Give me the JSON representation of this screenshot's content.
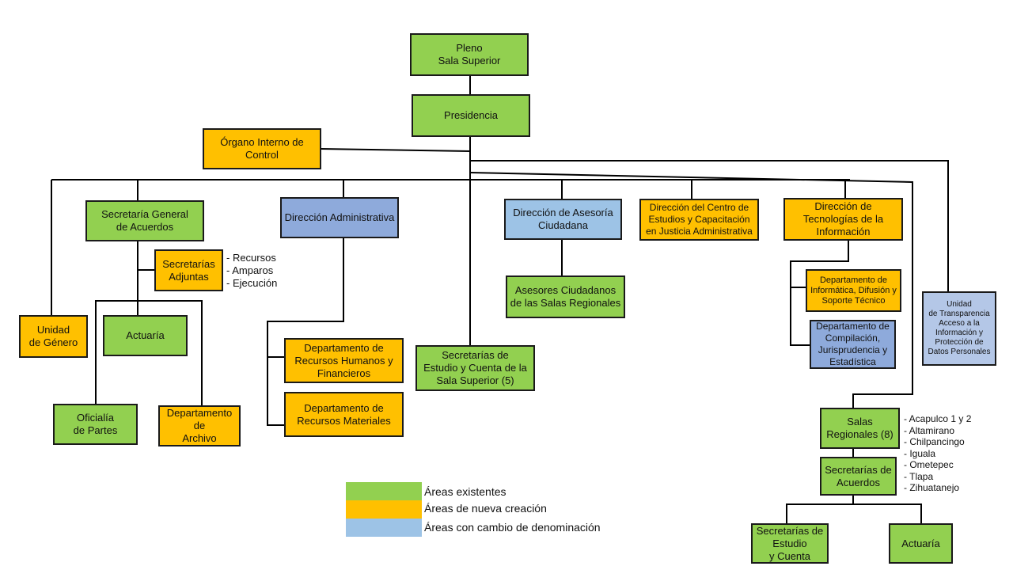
{
  "legend": {
    "items": [
      {
        "label": "Áreas existentes",
        "color": "#92d050"
      },
      {
        "label": "Áreas de nueva creación",
        "color": "#ffc000"
      },
      {
        "label": "Áreas con cambio de denominación",
        "color": "#9dc3e6"
      }
    ]
  },
  "colors": {
    "existing": "#92d050",
    "new": "#ffc000",
    "renamed": "#9dc3e6",
    "renamed_dark": "#8eaadb",
    "renamed_pale": "#b4c7e7",
    "line": "#000000"
  },
  "nodes": {
    "pleno": "Pleno\nSala Superior",
    "presidencia": "Presidencia",
    "organo": "Órgano  Interno de\nControl",
    "sec_general": "Secretaría  General\nde Acuerdos",
    "dir_admin": "Dirección  Administrativa",
    "dir_asesoria": "Dirección de Asesoría\nCiudadana",
    "dir_centro": "Dirección del Centro de\nEstudios y Capacitación\nen Justicia Administrativa",
    "dir_tec": "Dirección  de\nTecnologías  de la\nInformación",
    "unidad_transp": "Unidad\nde Transparencia\nAcceso a la\nInformación y\nProtección de\nDatos Personales",
    "sec_adjuntas": "Secretarías\nAdjuntas",
    "unidad_genero": "Unidad\nde Género",
    "actuaria1": "Actuaría",
    "oficialia": "Oficialía\nde Partes",
    "depto_archivo": "Departamento\nde\nArchivo",
    "depto_rh": "Departamento  de\nRecursos Humanos  y\nFinancieros",
    "depto_rm": "Departamento  de\nRecursos Materiales",
    "sec_estudio_sup": "Secretarías  de\nEstudio y Cuenta de la\nSala Superior  (5)",
    "asesores": "Asesores Ciudadanos\nde las Salas Regionales",
    "depto_inf": "Departamento de\nInformática,  Difusión y\nSoporte  Técnico",
    "depto_comp": "Departamento de\nCompilación,\nJurisprudencia y\nEstadística",
    "salas_reg": "Salas\nRegionales  (8)",
    "sec_acuerdos": "Secretarías  de\nAcuerdos",
    "sec_estudio_cta": "Secretarías  de\nEstudio\ny Cuenta",
    "actuaria2": "Actuaría"
  },
  "adjuntas_list": [
    "-  Recursos",
    "-  Amparos",
    "-  Ejecución"
  ],
  "salas_list": [
    "- Acapulco 1 y 2",
    "- Altamirano",
    "- Chilpancingo",
    "- Iguala",
    "- Ometepec",
    "- Tlapa",
    "- Zihuatanejo"
  ]
}
